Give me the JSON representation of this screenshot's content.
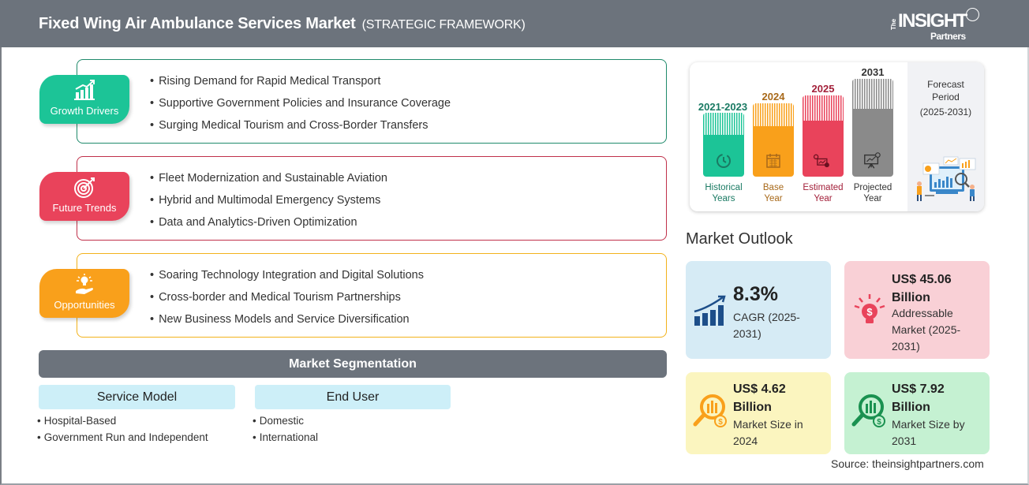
{
  "header": {
    "title": "Fixed Wing Air Ambulance Services Market",
    "subtitle": "(STRATEGIC FRAMEWORK)",
    "logo": {
      "the": "The",
      "insight": "INSIGHT",
      "partners": "Partners"
    },
    "background_color": "#6c737c"
  },
  "framework": [
    {
      "label": "Growth Drivers",
      "icon": "bar-chart-growth-icon",
      "color": "#1cc497",
      "items": [
        "Rising Demand for Rapid Medical Transport",
        "Supportive Government Policies and Insurance Coverage",
        "Surging Medical Tourism and Cross-Border Transfers"
      ]
    },
    {
      "label": "Future Trends",
      "icon": "target-icon",
      "color": "#e9435b",
      "items": [
        "Fleet Modernization and Sustainable Aviation",
        "Hybrid and Multimodal Emergency Systems",
        "Data and Analytics-Driven Optimization"
      ]
    },
    {
      "label": "Opportunities",
      "icon": "lightbulb-hand-icon",
      "color": "#f9a01b",
      "items": [
        "Soaring Technology Integration and Digital Solutions",
        "Cross-border and Medical Tourism Partnerships",
        "New Business Models and Service Diversification"
      ]
    }
  ],
  "segmentation": {
    "title": "Market Segmentation",
    "groups": [
      {
        "name": "Service Model",
        "items": [
          "Hospital-Based",
          "Government Run and Independent"
        ]
      },
      {
        "name": "End User",
        "items": [
          "Domestic",
          "International"
        ]
      }
    ]
  },
  "timeline": {
    "bars": [
      {
        "year": "2021-2023",
        "label_line1": "Historical",
        "label_line2": "Years",
        "color": "#1cc497",
        "text_color": "#1a7a63",
        "icon": "history-clock-icon"
      },
      {
        "year": "2024",
        "label_line1": "Base",
        "label_line2": "Year",
        "color": "#f9a01b",
        "text_color": "#a8691a",
        "icon": "calendar-icon"
      },
      {
        "year": "2025",
        "label_line1": "Estimated",
        "label_line2": "Year",
        "color": "#e9435b",
        "text_color": "#a3203a",
        "icon": "monitor-settings-icon"
      },
      {
        "year": "2031",
        "label_line1": "Projected",
        "label_line2": "Year",
        "color": "#8a8a8a",
        "text_color": "#333333",
        "icon": "presentation-board-icon"
      }
    ],
    "forecast": {
      "line1": "Forecast",
      "line2": "Period",
      "line3": "(2025-2031)"
    }
  },
  "outlook": {
    "title": "Market Outlook",
    "cards": [
      {
        "value": "8.3%",
        "desc": "CAGR (2025-2031)",
        "bg": "#d6ebf5",
        "icon": "growth-chart-icon"
      },
      {
        "value_line1": "US$ 45.06",
        "value_line2": "Billion",
        "desc": "Addressable Market (2025-2031)",
        "bg": "#f9d0d6",
        "icon": "lightbulb-dollar-icon"
      },
      {
        "value_line1": "US$ 4.62",
        "value_line2": "Billion",
        "desc": "Market Size in 2024",
        "bg": "#fbf5bf",
        "icon": "magnifier-chart-dollar-icon"
      },
      {
        "value_line1": "US$ 7.92",
        "value_line2": "Billion",
        "desc": "Market Size by 2031",
        "bg": "#c5f1d2",
        "icon": "magnifier-chart-dollar-icon"
      }
    ]
  },
  "source": "Source: theinsightpartners.com"
}
